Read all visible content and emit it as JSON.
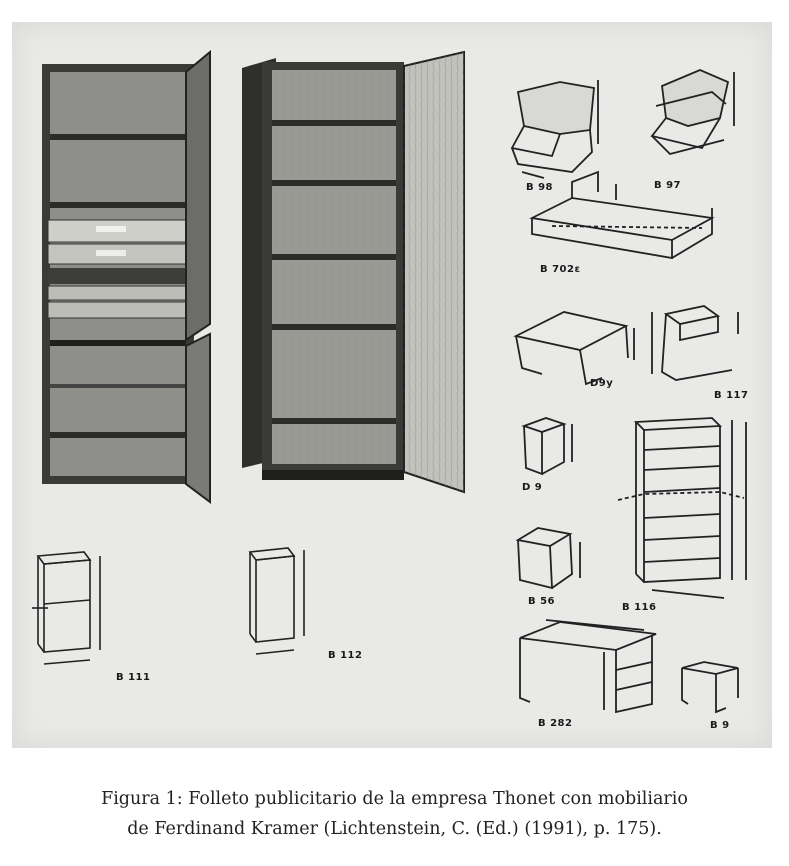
{
  "figure": {
    "labels": {
      "b98": "B 98",
      "b97": "B 97",
      "b702": "B 702ε",
      "d9y": "D9y",
      "b117": "B 117",
      "d9": "D 9",
      "b116": "B 116",
      "b56": "B 56",
      "b111": "B 111",
      "b112": "B 112",
      "b282": "B 282",
      "b9": "B 9"
    }
  },
  "caption": {
    "line1": "Figura 1: Folleto publicitario de la empresa Thonet con mobiliario",
    "line2": "de Ferdinand Kramer (Lichtenstein, C. (Ed.) (1991), p. 175)."
  }
}
